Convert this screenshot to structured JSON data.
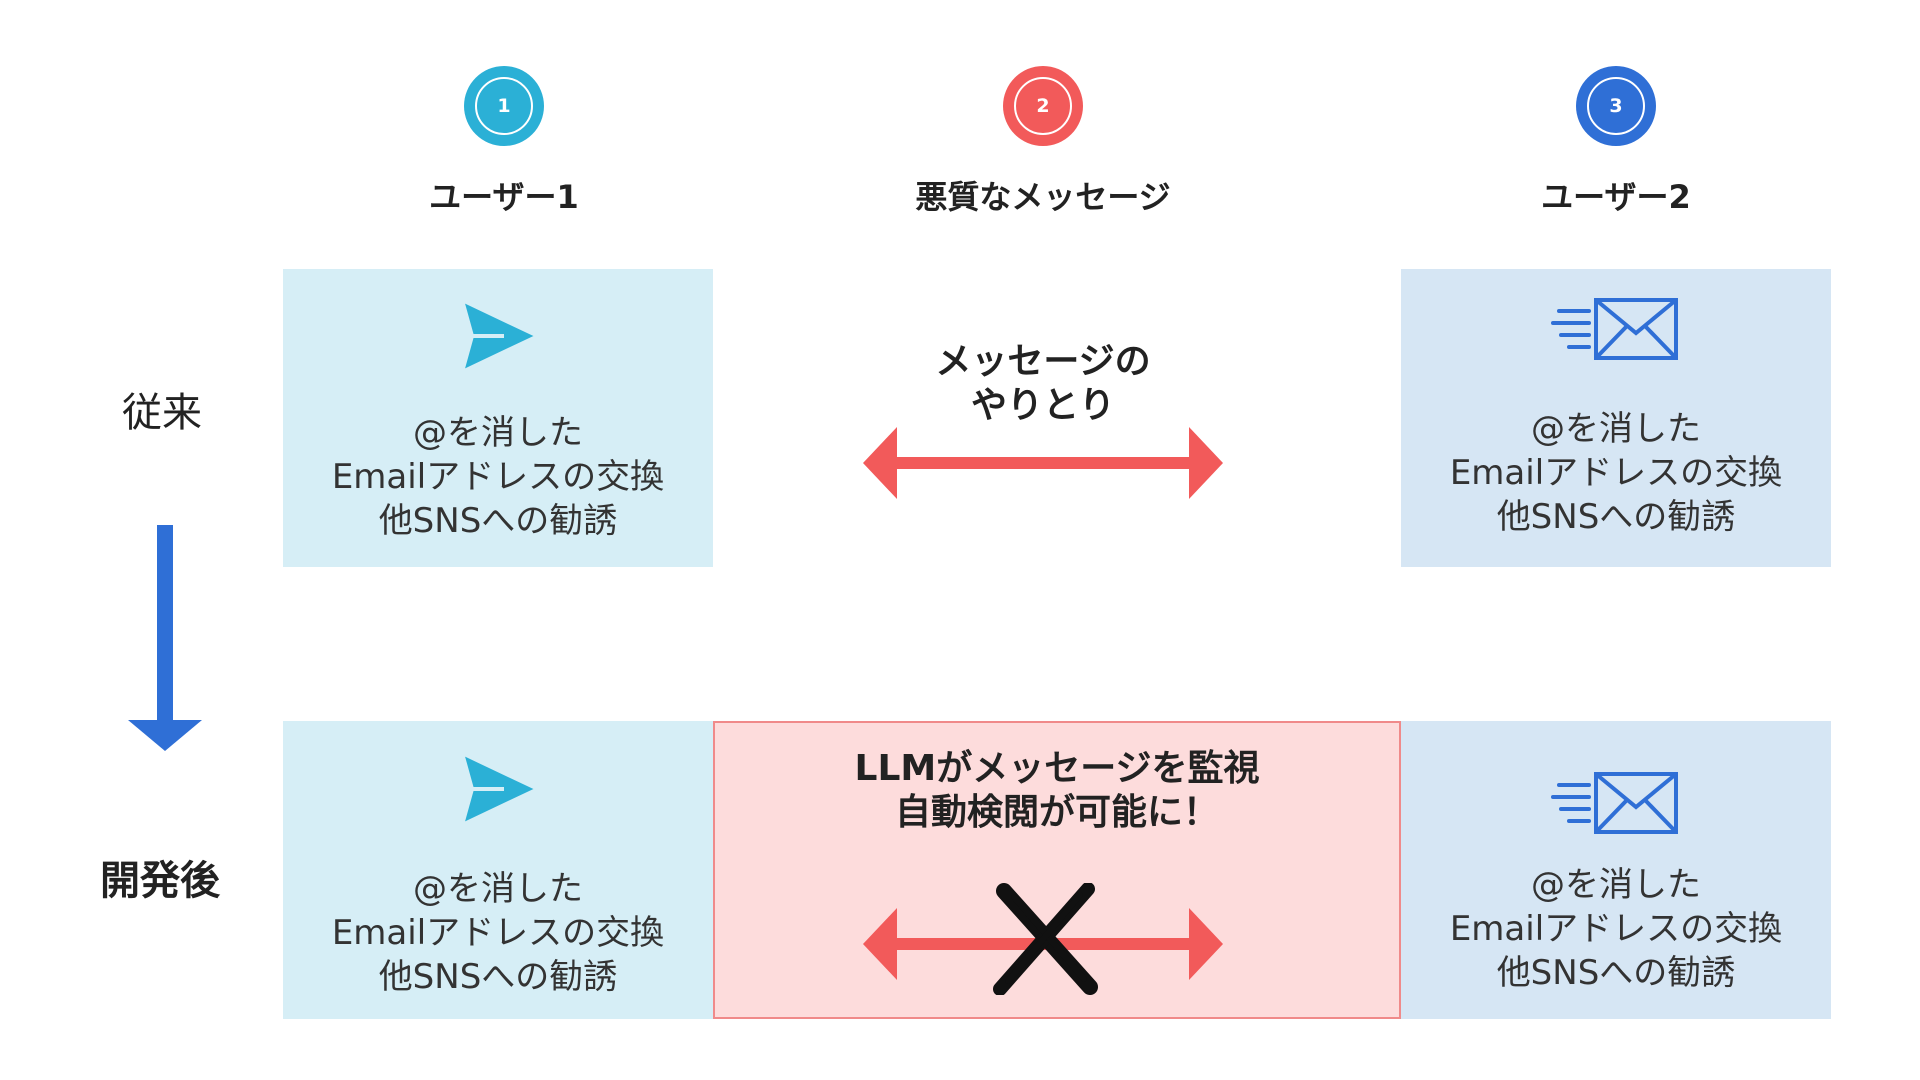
{
  "colors": {
    "step1": "#2bb0d6",
    "step2": "#f25a5a",
    "step3": "#2f6fd6",
    "user1_box": "#d6eef6",
    "user2_box": "#d6e6f4",
    "monitor_box": "#fddcdc",
    "monitor_border": "#f08a8a",
    "arrow_red": "#f25a5a",
    "arrow_blue": "#2f6fd6"
  },
  "steps": [
    {
      "number": "1",
      "label": "ユーザー1"
    },
    {
      "number": "2",
      "label": "悪質なメッセージ"
    },
    {
      "number": "3",
      "label": "ユーザー2"
    }
  ],
  "rows": {
    "before": "従来",
    "after": "開発後"
  },
  "box_lines": [
    "@を消した",
    "Emailアドレスの交換",
    "他SNSへの勧誘"
  ],
  "exchange": [
    "メッセージの",
    "やりとり"
  ],
  "monitor": [
    "LLMがメッセージを監視",
    "自動検閲が可能に！"
  ],
  "icons": {
    "sender": "paper-plane-icon",
    "receiver": "envelope-icon",
    "blocked": "x-mark-icon"
  }
}
